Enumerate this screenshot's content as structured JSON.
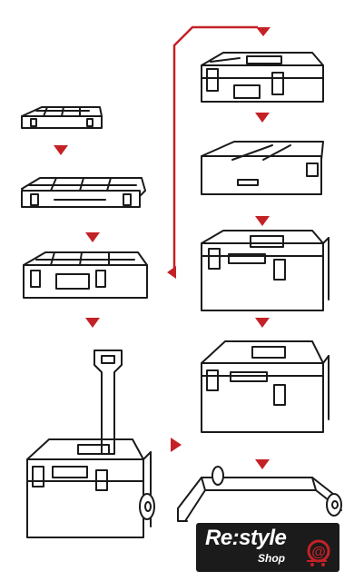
{
  "logo": {
    "brand": "Re:style",
    "sub": "Shop",
    "icon": "cart-at-icon"
  },
  "colors": {
    "accent": "#c42127",
    "line": "#1a1a1a",
    "logo_bg": "#1b1b1b"
  },
  "steps": {
    "left_column": [
      "thin-organizer",
      "open-organizer",
      "large-organizer",
      "trolley-toolbox"
    ],
    "right_column": [
      "closed-toolbox",
      "storage-tray",
      "medium-toolbox",
      "tall-toolbox",
      "trolley-cart"
    ]
  }
}
